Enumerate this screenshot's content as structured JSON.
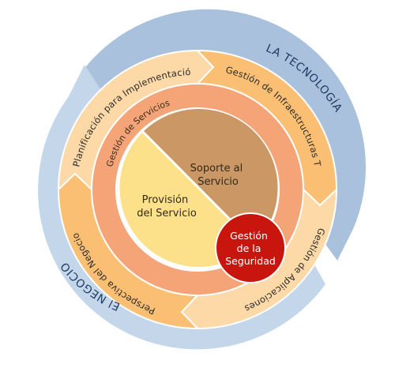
{
  "outer_ring": {
    "top_label": "LA TECNOLOGÍA",
    "bottom_label": "El NEGOCIO",
    "colors": {
      "technology": "#a9c1dc",
      "business": "#c4d6ea"
    }
  },
  "middle_ring": {
    "segments": [
      {
        "label": "Planificación para Implementación",
        "color": "#fcd9a6"
      },
      {
        "label": "Gestión de Infraestructuras TI",
        "color": "#fbbf73"
      },
      {
        "label": "Gestión de Aplicaciones",
        "color": "#fcd9a6"
      },
      {
        "label": "Perspectiva del Negocio",
        "color": "#fbbf73"
      }
    ]
  },
  "service_ring": {
    "label": "Gestión de Servicios",
    "color": "#f5a478"
  },
  "core": {
    "support": {
      "line1": "Soporte al",
      "line2": "Servicio",
      "color": "#cb9764"
    },
    "provision": {
      "line1": "Provisión",
      "line2": "del Servicio",
      "color": "#fde08a"
    }
  },
  "security": {
    "line1": "Gestión",
    "line2": "de la",
    "line3": "Seguridad",
    "color": "#c8160f"
  }
}
